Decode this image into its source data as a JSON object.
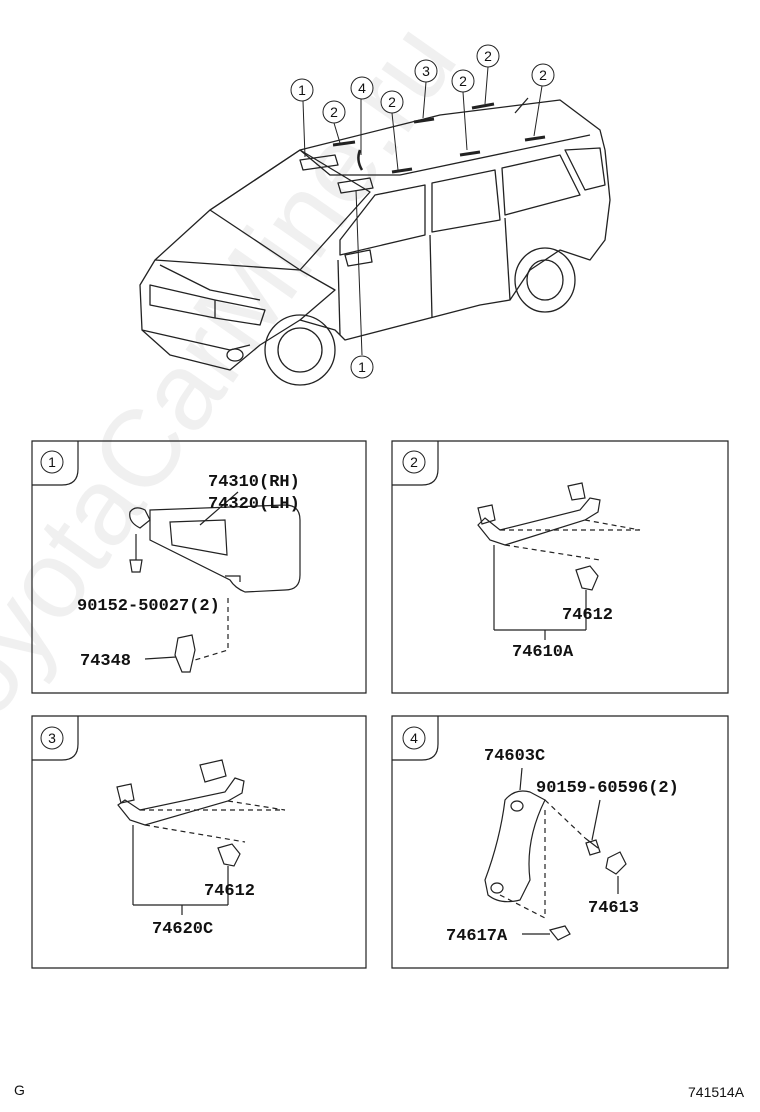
{
  "watermark": "ToyotaCarMine.ru",
  "footer": {
    "left": "G",
    "right": "741514A"
  },
  "overview": {
    "callouts": [
      "1",
      "2",
      "4",
      "2",
      "3",
      "2",
      "2",
      "2",
      "1"
    ]
  },
  "panels": [
    {
      "index": "1",
      "labels": [
        "74310(RH)",
        "74320(LH)",
        "90152-50027(2)",
        "74348"
      ]
    },
    {
      "index": "2",
      "labels": [
        "74612",
        "74610A"
      ]
    },
    {
      "index": "3",
      "labels": [
        "74612",
        "74620C"
      ]
    },
    {
      "index": "4",
      "labels": [
        "74603C",
        "90159-60596(2)",
        "74613",
        "74617A"
      ]
    }
  ]
}
